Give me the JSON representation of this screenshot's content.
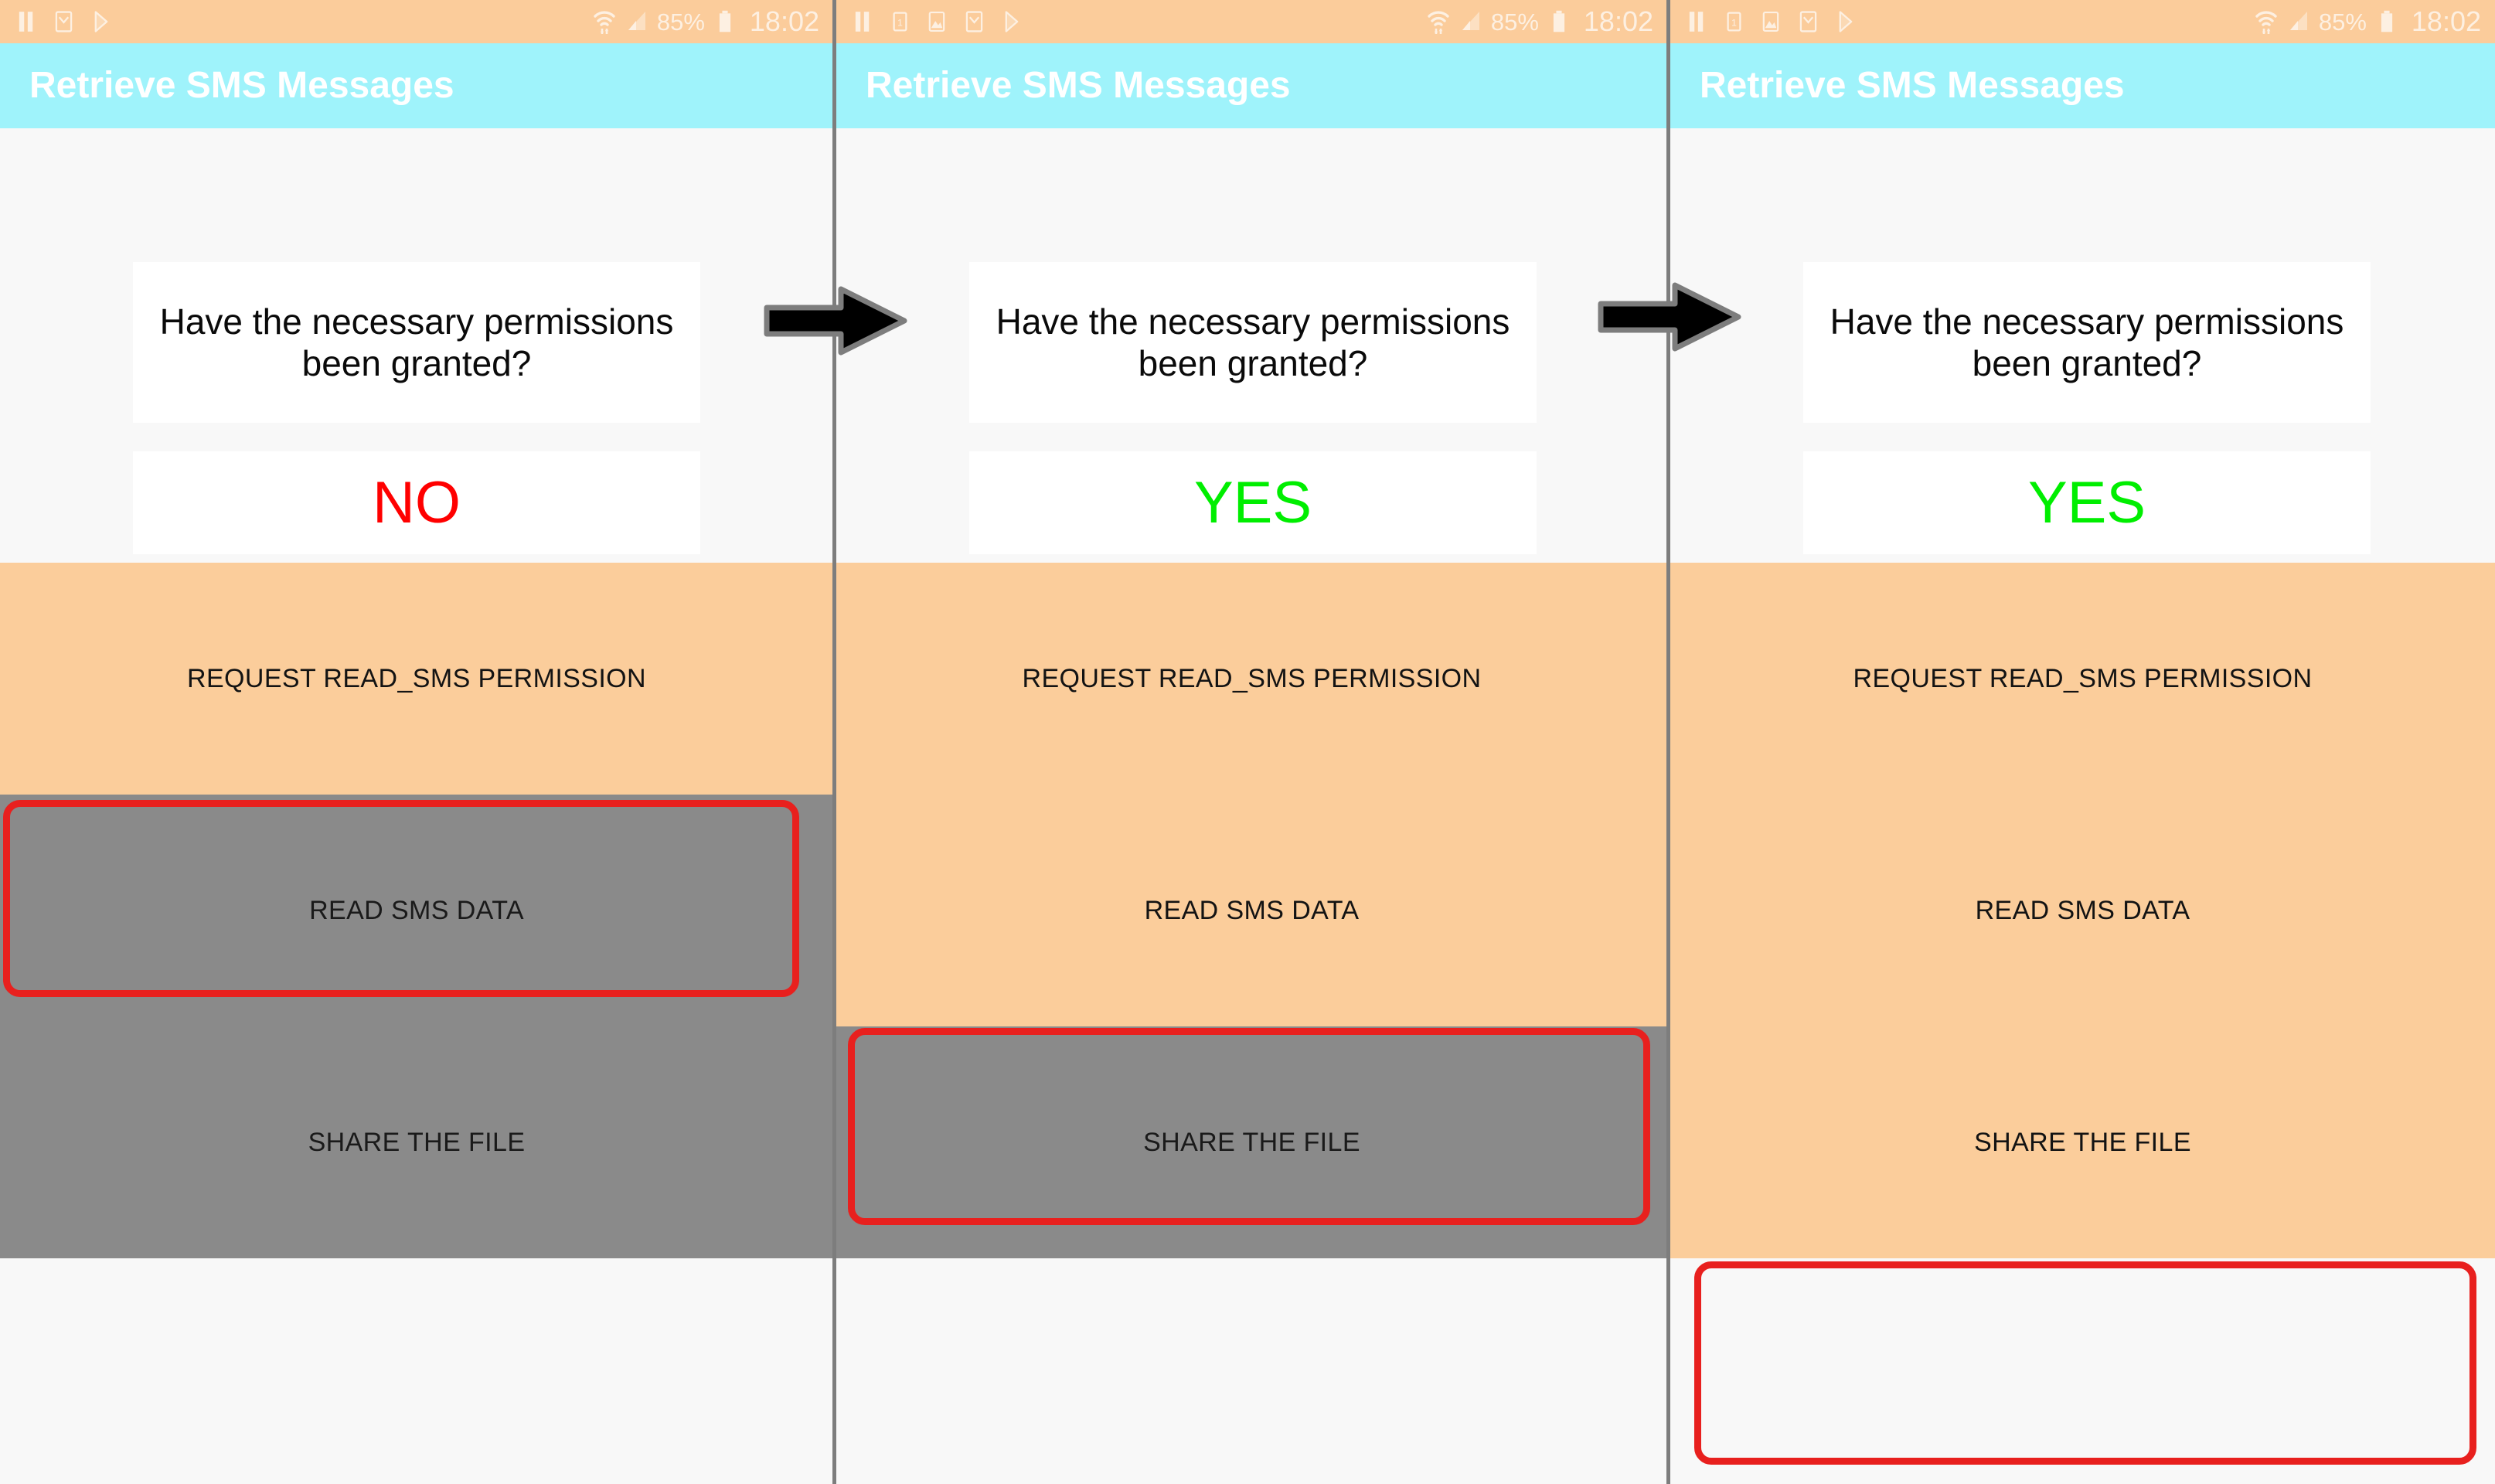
{
  "app": {
    "title": "Retrieve SMS Messages",
    "title_bar_color": "#9ff3fb",
    "status_bar_color": "#fbcc9b"
  },
  "status_bar": {
    "time": "18:02",
    "battery_percent": "85%",
    "icons_left_p1": [
      "pause-icon",
      "gmail-icon",
      "play-store-icon"
    ],
    "icons_left_p2": [
      "pause-icon",
      "sim-card-1-icon",
      "image-icon",
      "gmail-icon",
      "play-store-icon"
    ],
    "icons_left_p3": [
      "pause-icon",
      "sim-card-1-icon",
      "image-icon",
      "gmail-icon",
      "play-store-icon"
    ],
    "icons_right": [
      "wifi-icon",
      "signal-icon",
      "battery-icon"
    ]
  },
  "question": {
    "text": "Have the necessary permissions been granted?"
  },
  "answers": {
    "no": "NO",
    "yes": "YES",
    "no_color": "#ff0000",
    "yes_color": "#00ee00"
  },
  "buttons": {
    "request_permission": "REQUEST READ_SMS PERMISSION",
    "read_sms": "READ SMS DATA",
    "share_file": "SHARE THE FILE"
  },
  "colors": {
    "button_enabled": "#fbcd9b",
    "button_disabled": "#8a8a8a",
    "highlight_ring": "#e8201e",
    "page_background": "#f8f8f8",
    "divider": "#7d7d7d"
  },
  "panels": [
    {
      "id": "panel-1",
      "title": "Retrieve SMS Messages",
      "answer": "NO",
      "answer_color": "#ff0000",
      "buttons": [
        {
          "label": "REQUEST READ_SMS PERMISSION",
          "state": "enabled",
          "highlighted": true
        },
        {
          "label": "READ SMS DATA",
          "state": "disabled",
          "highlighted": false
        },
        {
          "label": "SHARE THE FILE",
          "state": "disabled",
          "highlighted": false
        }
      ]
    },
    {
      "id": "panel-2",
      "title": "Retrieve SMS Messages",
      "answer": "YES",
      "answer_color": "#00ee00",
      "buttons": [
        {
          "label": "REQUEST READ_SMS PERMISSION",
          "state": "enabled",
          "highlighted": false
        },
        {
          "label": "READ SMS DATA",
          "state": "enabled",
          "highlighted": true
        },
        {
          "label": "SHARE THE FILE",
          "state": "disabled",
          "highlighted": false
        }
      ]
    },
    {
      "id": "panel-3",
      "title": "Retrieve SMS Messages",
      "answer": "YES",
      "answer_color": "#00ee00",
      "buttons": [
        {
          "label": "REQUEST READ_SMS PERMISSION",
          "state": "enabled",
          "highlighted": false
        },
        {
          "label": "READ SMS DATA",
          "state": "enabled",
          "highlighted": false
        },
        {
          "label": "SHARE THE FILE",
          "state": "enabled",
          "highlighted": true
        }
      ]
    }
  ],
  "flow": {
    "arrow_1": "step-arrow-right",
    "arrow_2": "step-arrow-right"
  }
}
